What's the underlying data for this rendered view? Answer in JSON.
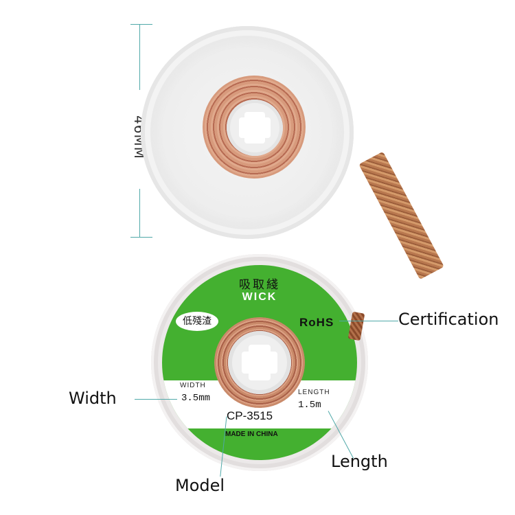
{
  "dimension": {
    "label": "46MM",
    "line_color": "#4fa8a8"
  },
  "spool_label": {
    "cjk_title": "吸取綫",
    "brand": "WICK",
    "cjk_badge": "低殘渣",
    "certification": "RoHS",
    "width_label": "WIDTH",
    "width_value": "3.5mm",
    "length_label": "LENGTH",
    "length_value": "1.5m",
    "model": "CP-3515",
    "origin": "MADE IN CHINA",
    "label_color": "#44b030"
  },
  "callouts": {
    "certification": "Certification",
    "width": "Width",
    "length": "Length",
    "model": "Model"
  }
}
